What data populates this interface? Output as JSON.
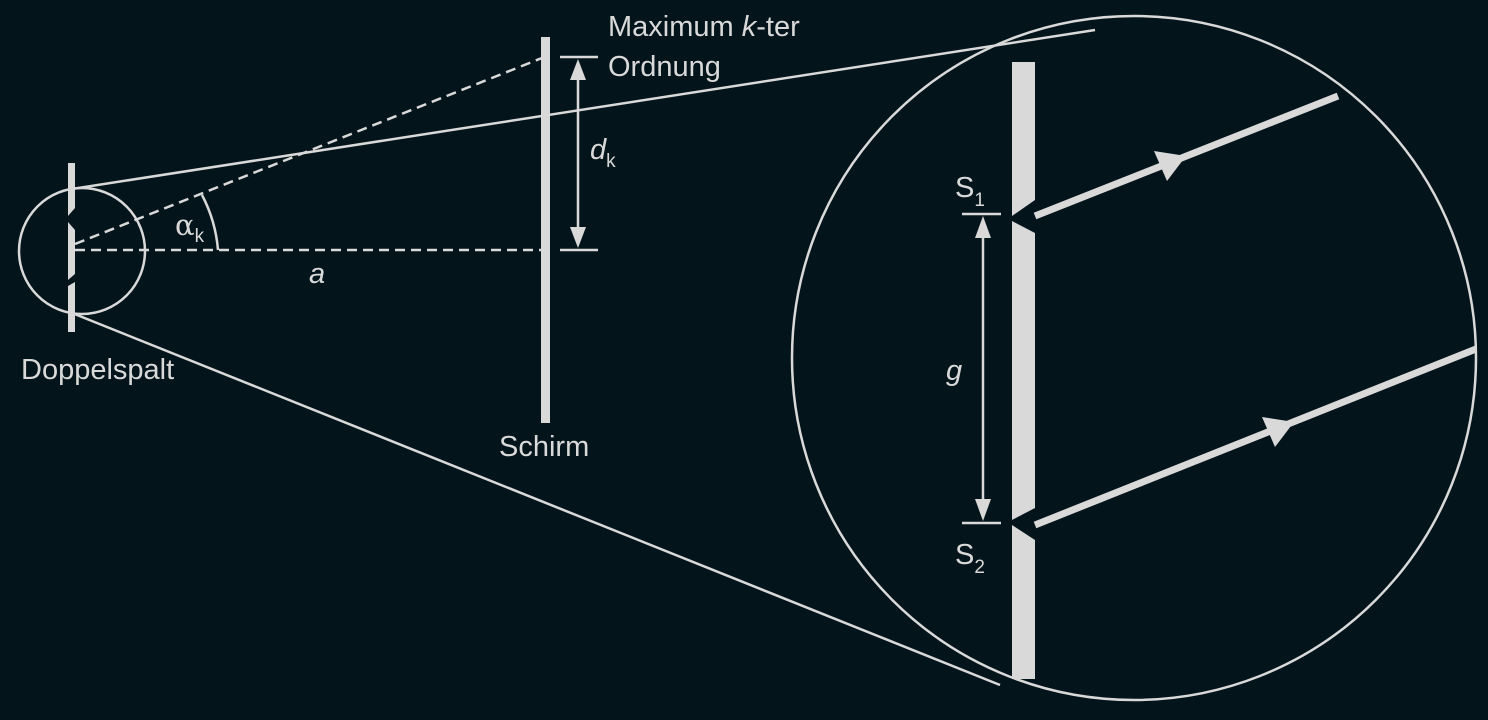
{
  "colors": {
    "background": "#03141a",
    "stroke": "#d9d9d9"
  },
  "labels": {
    "maximum_prefix": "Maximum ",
    "maximum_k": "k",
    "maximum_suffix": "-ter",
    "maximum_line2": "Ordnung",
    "d": "d",
    "d_sub": "k",
    "alpha": "α",
    "alpha_sub": "k",
    "a": "a",
    "doppelspalt": "Doppelspalt",
    "schirm": "Schirm",
    "s1": "S",
    "s1_sub": "1",
    "s2": "S",
    "s2_sub": "2",
    "g": "g"
  }
}
